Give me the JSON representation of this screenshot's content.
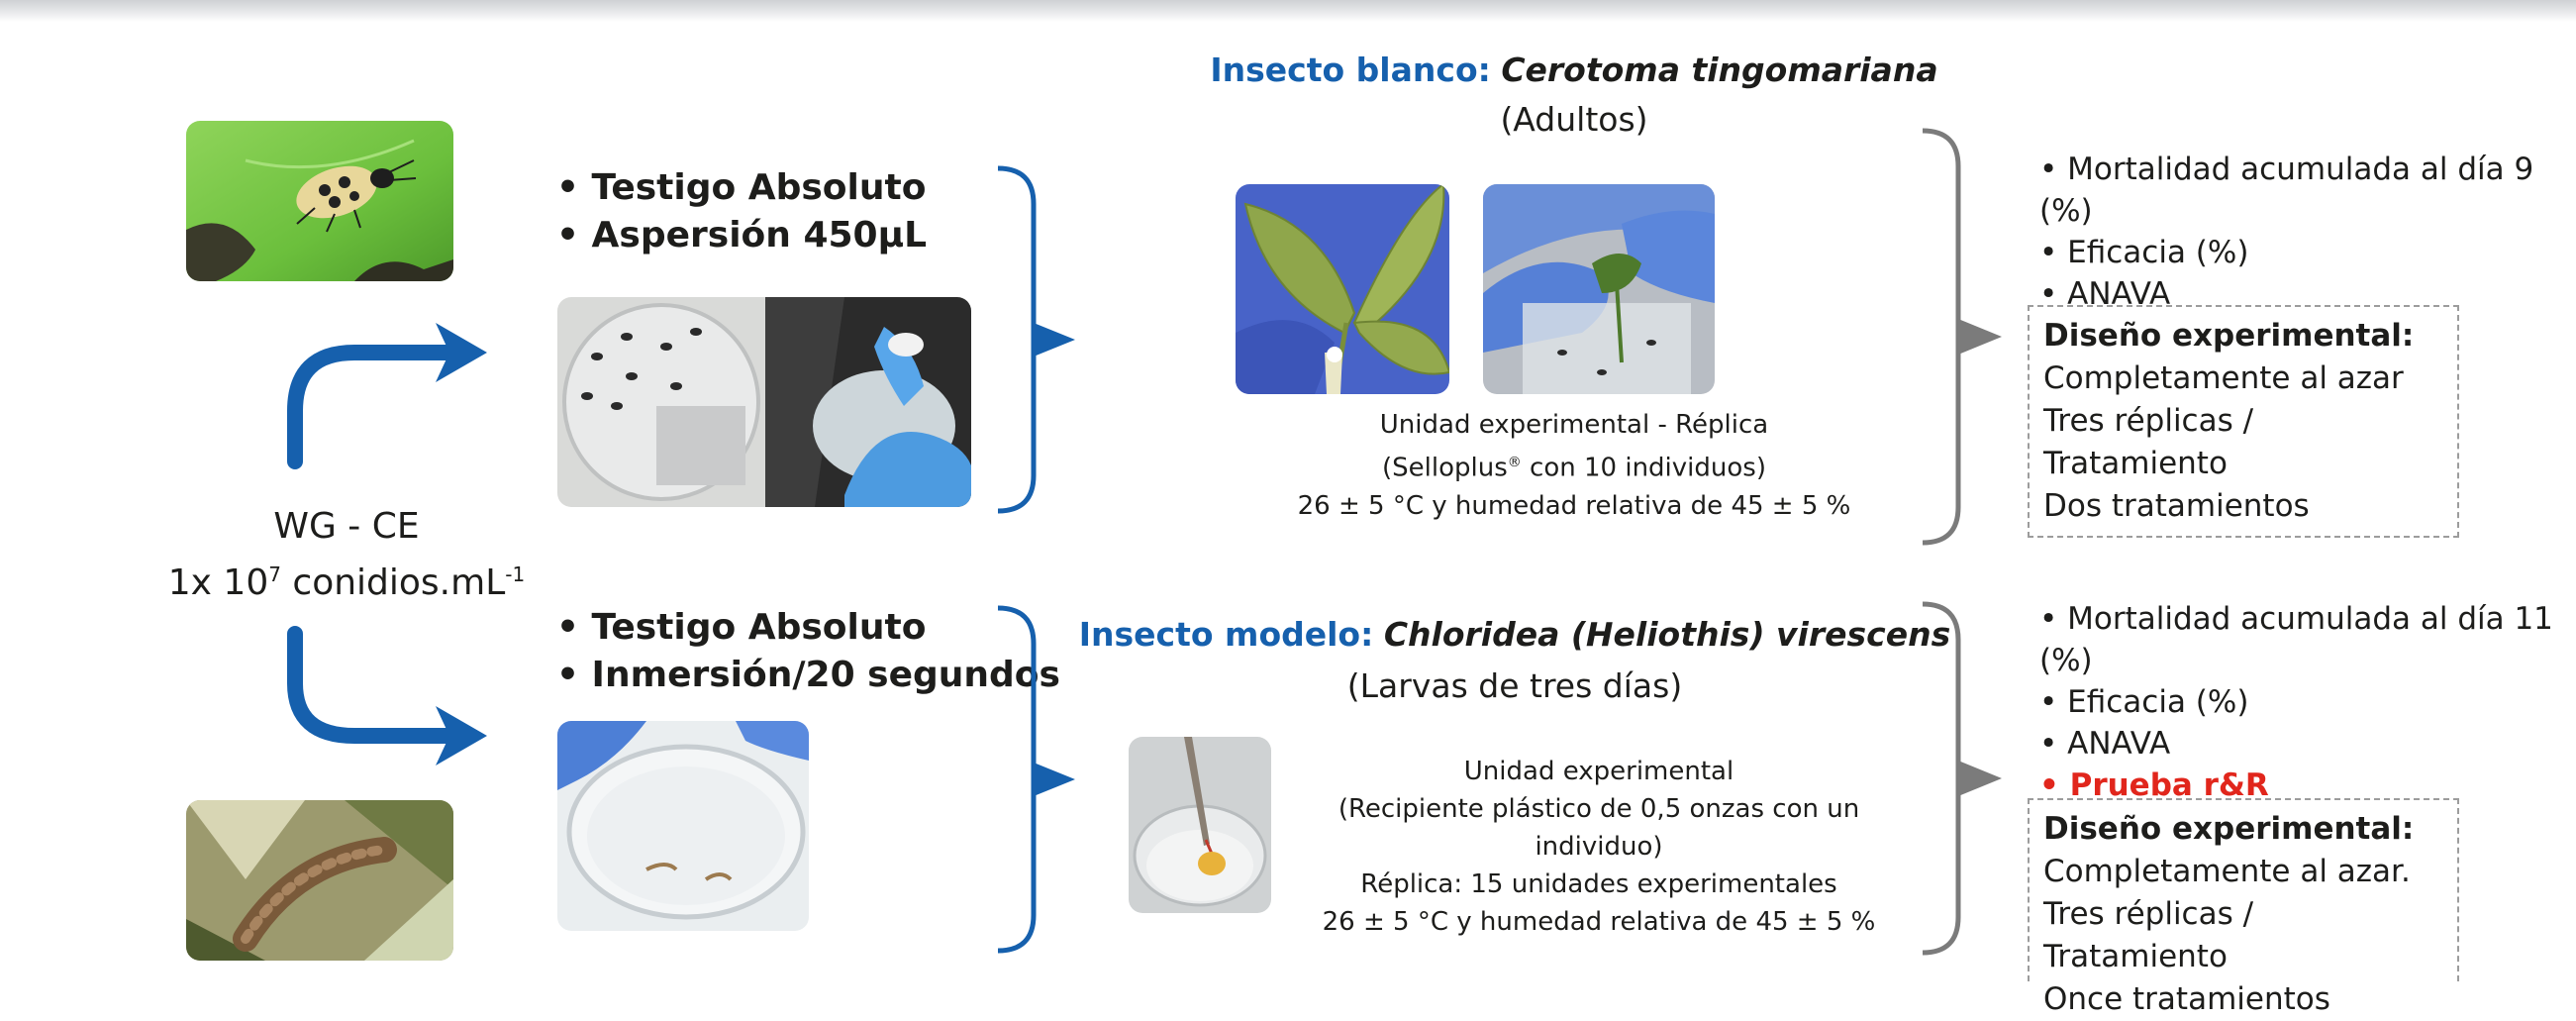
{
  "formulation": {
    "line1": "WG - CE",
    "conc_prefix": "1x 10",
    "conc_exp": "7",
    "conc_unit": " conidios.mL",
    "conc_unit_exp": "-1"
  },
  "top_branch": {
    "treatments": [
      "Testigo Absoluto",
      "Aspersión  450µL"
    ],
    "target_label": "Insecto blanco:",
    "target_species": "Cerotoma tingomariana",
    "target_stage": "(Adultos)",
    "caption_line1": "Unidad experimental - Réplica",
    "caption_line2_a": "(Selloplus",
    "caption_line2_reg": "®",
    "caption_line2_b": " con 10 individuos)",
    "caption_line3": "26 ± 5 °C y humedad relativa de 45 ± 5 %",
    "variables": [
      "Mortalidad acumulada al día 9 (%)",
      "Eficacia (%)",
      "ANAVA"
    ],
    "design_title": "Diseño experimental:",
    "design_lines": [
      "Completamente al azar",
      "Tres réplicas / Tratamiento",
      "Dos tratamientos"
    ]
  },
  "bottom_branch": {
    "treatments": [
      "Testigo Absoluto",
      "Inmersión/20 segundos"
    ],
    "target_label": "Insecto modelo:",
    "target_species": "Chloridea (Heliothis) virescens",
    "target_stage": "(Larvas de tres días)",
    "caption_lines": [
      "Unidad experimental",
      "(Recipiente plástico de 0,5 onzas con un individuo)",
      "Réplica: 15 unidades experimentales",
      "26 ± 5 °C y humedad relativa de 45 ± 5 %"
    ],
    "variables": [
      "Mortalidad acumulada al día 11 (%)",
      "Eficacia (%)",
      "ANAVA",
      "Prueba r&R"
    ],
    "design_title": "Diseño experimental:",
    "design_lines": [
      "Completamente al azar.",
      "Tres réplicas / Tratamiento",
      "Once tratamientos"
    ]
  },
  "colors": {
    "blue": "#1660ad",
    "gray": "#7b7b7b",
    "red": "#e1261c"
  }
}
